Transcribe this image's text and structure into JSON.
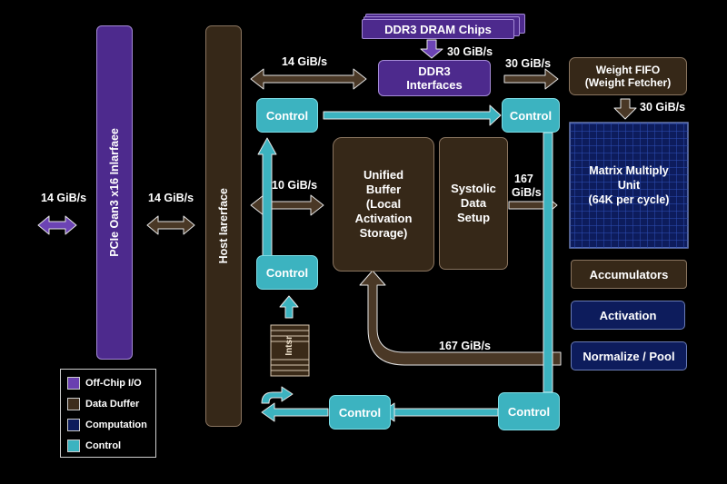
{
  "diagram": {
    "pcie_label": "PCIe Oan3 x16 Inlarfaee",
    "host_label": "Host Iarerface",
    "dram_label": "DDR3 DRAM Chips",
    "ddr3_interfaces": [
      "DDR3",
      "Interfaces"
    ],
    "weight_fifo": [
      "Weight FIFO",
      "(Weight Fetcher)"
    ],
    "control_label": "Control",
    "unified_buffer": [
      "Unified",
      "Buffer",
      "(Local",
      "Activation",
      "Storage)"
    ],
    "systolic": [
      "Systolic",
      "Data",
      "Setup"
    ],
    "matrix_unit": [
      "Matrix Multiply",
      "Unit",
      "(64K per cycle)"
    ],
    "accumulators": "Accumulators",
    "activation": "Activation",
    "normalize_pool": "Normalize / Pool",
    "instr_label": "Intsr"
  },
  "bandwidths": {
    "left_io": "14 GiB/s",
    "pcie_host": "14 GiB/s",
    "host_ddr3": "14 GiB/s",
    "dram_ddr3": "30 GiB/s",
    "ddr3_fifo": "30 GiB/s",
    "fifo_matrix": "30 GiB/s",
    "host_buffer": "10 GiB/s",
    "systolic_matrix": [
      "167",
      "GiB/s"
    ],
    "return_path": "167 GiB/s"
  },
  "legend": {
    "items": [
      {
        "label": "Off-Chip I/O",
        "color": "#6a3fb0"
      },
      {
        "label": "Data Duffer",
        "color": "#3d2c1c"
      },
      {
        "label": "Computation",
        "color": "#0d1c5c"
      },
      {
        "label": "Control",
        "color": "#3cb3c0"
      }
    ]
  },
  "colors": {
    "io_arrow": "#6c43b4",
    "data_arrow": "#4a3826",
    "control_arrow": "#3cb3c0",
    "arrow_outline": "#e6e6e6"
  }
}
